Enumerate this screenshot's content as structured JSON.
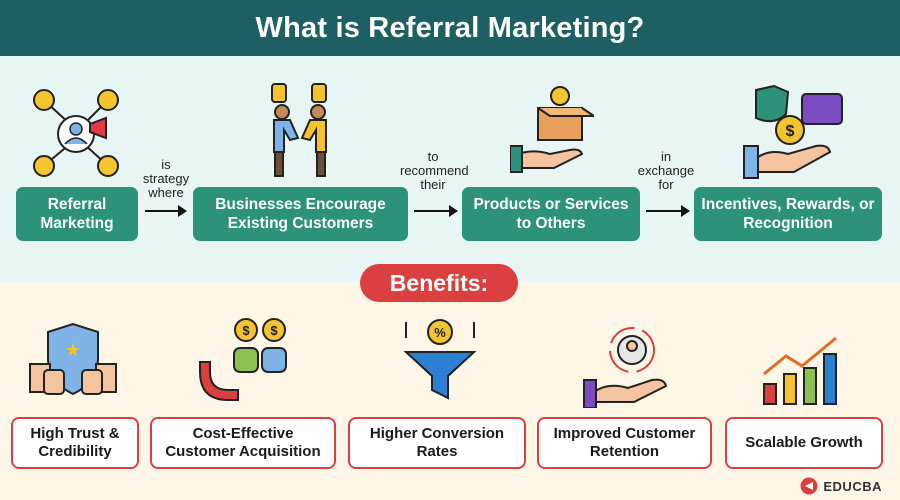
{
  "title": "What is Referral Marketing?",
  "flow": {
    "steps": [
      "Referral Marketing",
      "Businesses Encourage Existing Customers",
      "Products or Services to Others",
      "Incentives, Rewards, or Recognition"
    ],
    "connectors": [
      "is strategy where",
      "to recommend their",
      "in exchange for"
    ]
  },
  "benefits_label": "Benefits:",
  "benefits": [
    "High Trust & Credibility",
    "Cost-Effective Customer Acquisition",
    "Higher Conversion Rates",
    "Improved Customer Retention",
    "Scalable Growth"
  ],
  "brand": "EDUCBA",
  "colors": {
    "header": "#1e5f63",
    "flow_box": "#2c937a",
    "accent_red": "#d9403f",
    "flow_bg": "#e7f6f5",
    "benefit_bg": "#fdf6e6"
  },
  "icons": [
    "referral-network-icon",
    "handshake-icon",
    "product-box-hand-icon",
    "rewards-hand-icon",
    "trust-badge-icon",
    "magnet-customers-icon",
    "conversion-funnel-icon",
    "retention-hand-icon",
    "growth-chart-icon"
  ]
}
